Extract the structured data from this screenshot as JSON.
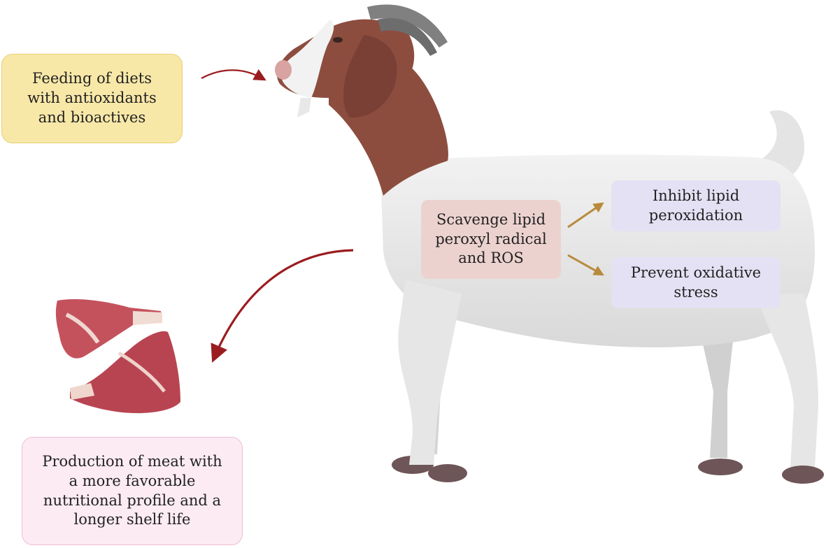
{
  "boxes": {
    "feeding": "Feeding of diets\nwith antioxidants\nand bioactives",
    "scavenge": "Scavenge lipid\nperoxyl radical\nand ROS",
    "inhibit": "Inhibit lipid\nperoxidation",
    "prevent": "Prevent oxidative\nstress",
    "production": "Production of meat with\na more favorable\nnutritional profile and a\nlonger shelf life"
  },
  "colors": {
    "feeding_fill": "#f8e8a8",
    "scavenge_fill": "#ecd2cf",
    "outcome_fill": "#e4e1f4",
    "production_fill": "#fcebf3",
    "red_arrow": "#9b1c1f",
    "gold_arrow": "#b88a3c",
    "goat_brown": "#8c4d3f",
    "goat_white": "#eeeeee",
    "meat": "#c44a56"
  },
  "illustrations": [
    "goat-illustration",
    "meat-illustration"
  ]
}
